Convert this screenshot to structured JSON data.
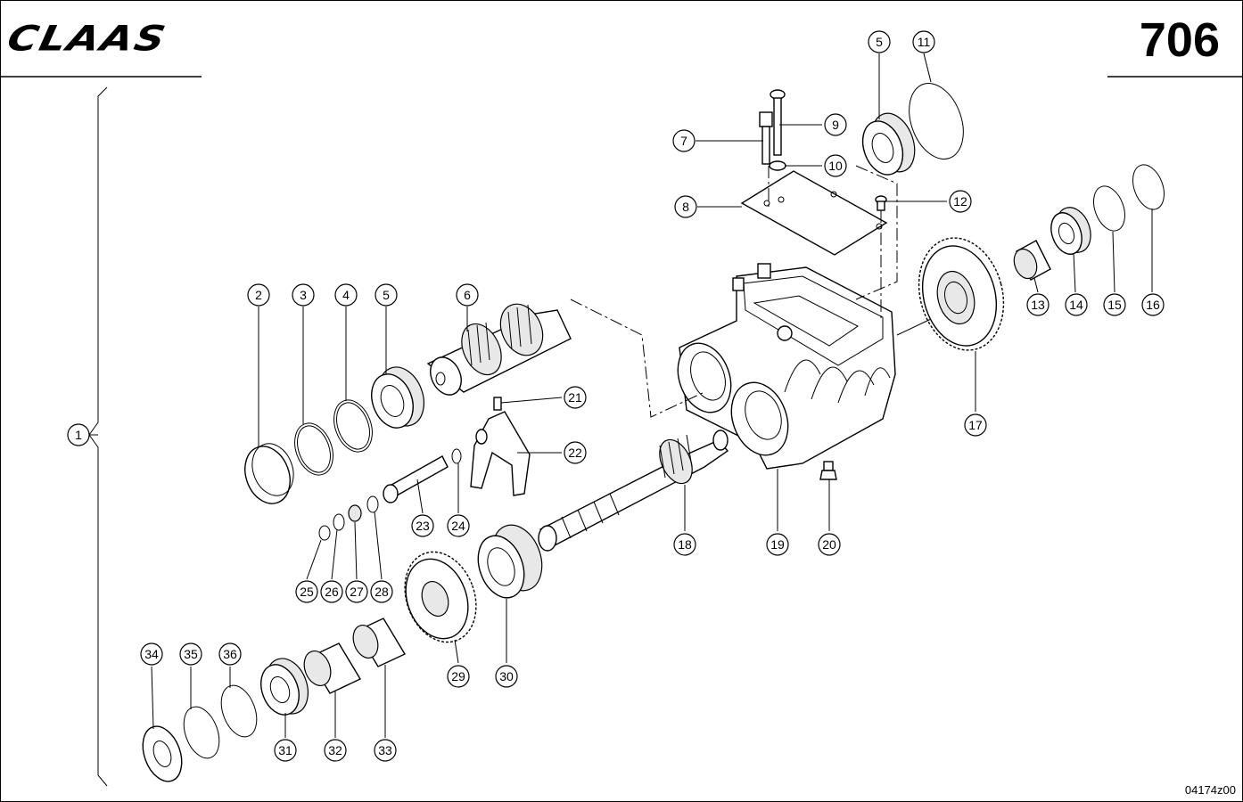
{
  "header": {
    "brand": "CLAAS",
    "page_number": "706"
  },
  "footer": {
    "drawing_code": "04174z00"
  },
  "callouts": [
    {
      "id": "1",
      "label": "1"
    },
    {
      "id": "2",
      "label": "2"
    },
    {
      "id": "3",
      "label": "3"
    },
    {
      "id": "4",
      "label": "4"
    },
    {
      "id": "5a",
      "label": "5"
    },
    {
      "id": "5b",
      "label": "5"
    },
    {
      "id": "6",
      "label": "6"
    },
    {
      "id": "7",
      "label": "7"
    },
    {
      "id": "8",
      "label": "8"
    },
    {
      "id": "9",
      "label": "9"
    },
    {
      "id": "10",
      "label": "10"
    },
    {
      "id": "11",
      "label": "11"
    },
    {
      "id": "12",
      "label": "12"
    },
    {
      "id": "13",
      "label": "13"
    },
    {
      "id": "14",
      "label": "14"
    },
    {
      "id": "15",
      "label": "15"
    },
    {
      "id": "16",
      "label": "16"
    },
    {
      "id": "17",
      "label": "17"
    },
    {
      "id": "18",
      "label": "18"
    },
    {
      "id": "19",
      "label": "19"
    },
    {
      "id": "20",
      "label": "20"
    },
    {
      "id": "21",
      "label": "21"
    },
    {
      "id": "22",
      "label": "22"
    },
    {
      "id": "23",
      "label": "23"
    },
    {
      "id": "24",
      "label": "24"
    },
    {
      "id": "25",
      "label": "25"
    },
    {
      "id": "26",
      "label": "26"
    },
    {
      "id": "27",
      "label": "27"
    },
    {
      "id": "28",
      "label": "28"
    },
    {
      "id": "29",
      "label": "29"
    },
    {
      "id": "30",
      "label": "30"
    },
    {
      "id": "31",
      "label": "31"
    },
    {
      "id": "32",
      "label": "32"
    },
    {
      "id": "33",
      "label": "33"
    },
    {
      "id": "34",
      "label": "34"
    },
    {
      "id": "35",
      "label": "35"
    },
    {
      "id": "36",
      "label": "36"
    }
  ]
}
